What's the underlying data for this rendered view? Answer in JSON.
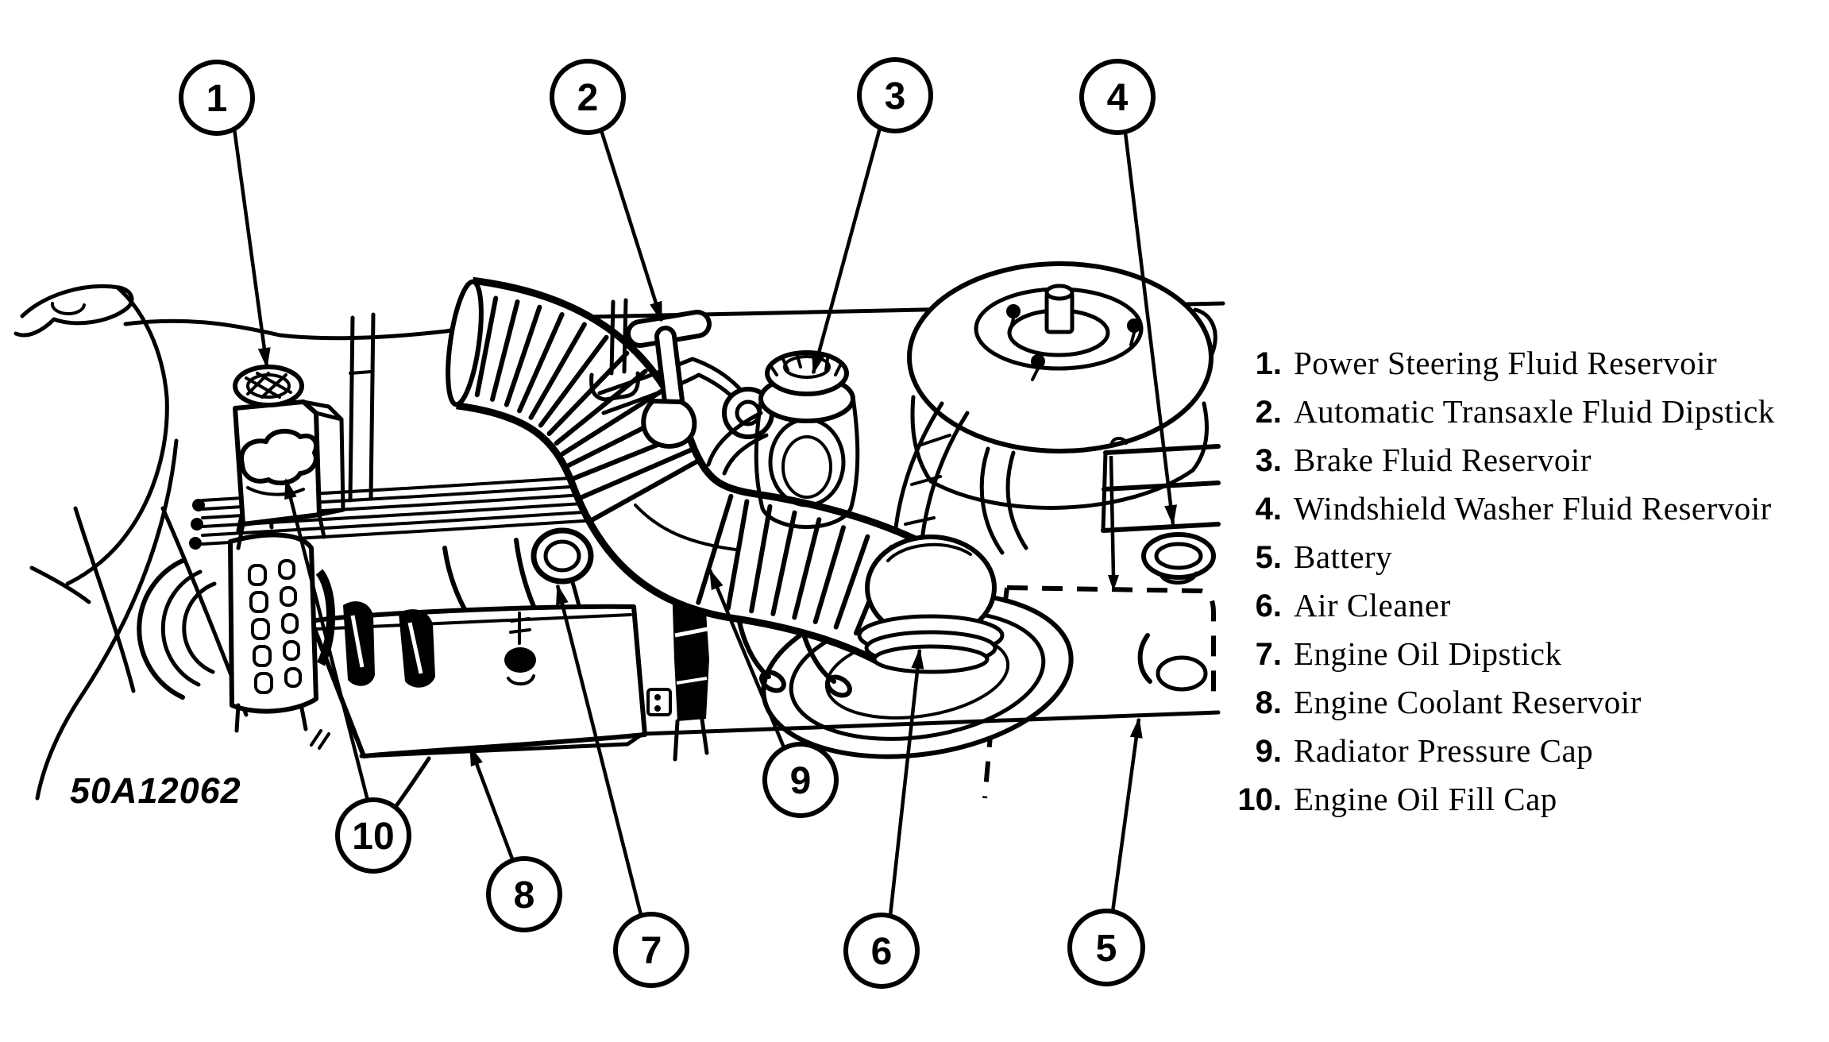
{
  "document": {
    "type": "engine-compartment-diagram",
    "background_color": "#ffffff",
    "ink_color": "#000000",
    "part_code": "50A12062"
  },
  "legend": {
    "items": [
      {
        "number": "1.",
        "label": "Power Steering Fluid Reservoir"
      },
      {
        "number": "2.",
        "label": "Automatic Transaxle Fluid Dipstick"
      },
      {
        "number": "3.",
        "label": "Brake Fluid Reservoir"
      },
      {
        "number": "4.",
        "label": "Windshield Washer Fluid Reservoir"
      },
      {
        "number": "5.",
        "label": "Battery"
      },
      {
        "number": "6.",
        "label": "Air Cleaner"
      },
      {
        "number": "7.",
        "label": "Engine Oil Dipstick"
      },
      {
        "number": "8.",
        "label": "Engine Coolant Reservoir"
      },
      {
        "number": "9.",
        "label": "Radiator Pressure Cap"
      },
      {
        "number": "10.",
        "label": "Engine Oil Fill Cap"
      }
    ]
  },
  "callouts": [
    {
      "number": "1",
      "target": "Power Steering Fluid Reservoir"
    },
    {
      "number": "2",
      "target": "Automatic Transaxle Fluid Dipstick"
    },
    {
      "number": "3",
      "target": "Brake Fluid Reservoir"
    },
    {
      "number": "4",
      "target": "Windshield Washer Fluid Reservoir"
    },
    {
      "number": "5",
      "target": "Battery"
    },
    {
      "number": "6",
      "target": "Air Cleaner"
    },
    {
      "number": "7",
      "target": "Engine Oil Dipstick"
    },
    {
      "number": "8",
      "target": "Engine Coolant Reservoir"
    },
    {
      "number": "9",
      "target": "Radiator Pressure Cap"
    },
    {
      "number": "10",
      "target": "Engine Oil Fill Cap"
    }
  ]
}
